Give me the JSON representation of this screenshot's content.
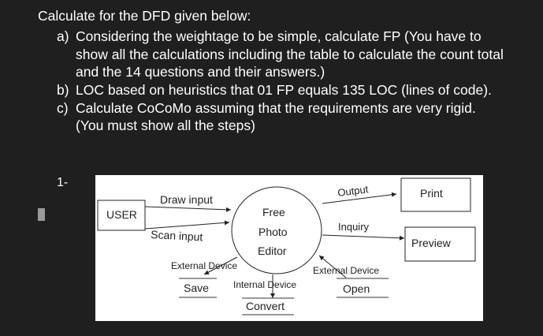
{
  "question": {
    "heading": "Calculate for the DFD given below:",
    "items": [
      {
        "marker": "a)",
        "lines": [
          "Considering the weightage to be simple, calculate FP (You have to",
          "show all the calculations including the table to calculate the count total",
          "and the 14 questions and their answers.)"
        ]
      },
      {
        "marker": "b)",
        "lines": [
          "LOC based on heuristics that 01 FP equals 135 LOC (lines of code)."
        ]
      },
      {
        "marker": "c)",
        "lines": [
          "Calculate CoCoMo assuming that the requirements are very rigid.",
          "(You must show all the steps)"
        ]
      }
    ]
  },
  "diagram": {
    "number": "1-",
    "entities": {
      "user": "USER",
      "print": "Print",
      "preview": "Preview"
    },
    "process": [
      "Free",
      "Photo",
      "Editor"
    ],
    "flows": {
      "draw_input": "Draw input",
      "scan_input": "Scan input",
      "output": "Output",
      "inquiry": "Inquiry",
      "external_device_left": "External Device",
      "external_device_right": "External Device",
      "internal_device": "Internal Device"
    },
    "stores": {
      "save": "Save",
      "convert": "Convert",
      "open": "Open"
    }
  }
}
